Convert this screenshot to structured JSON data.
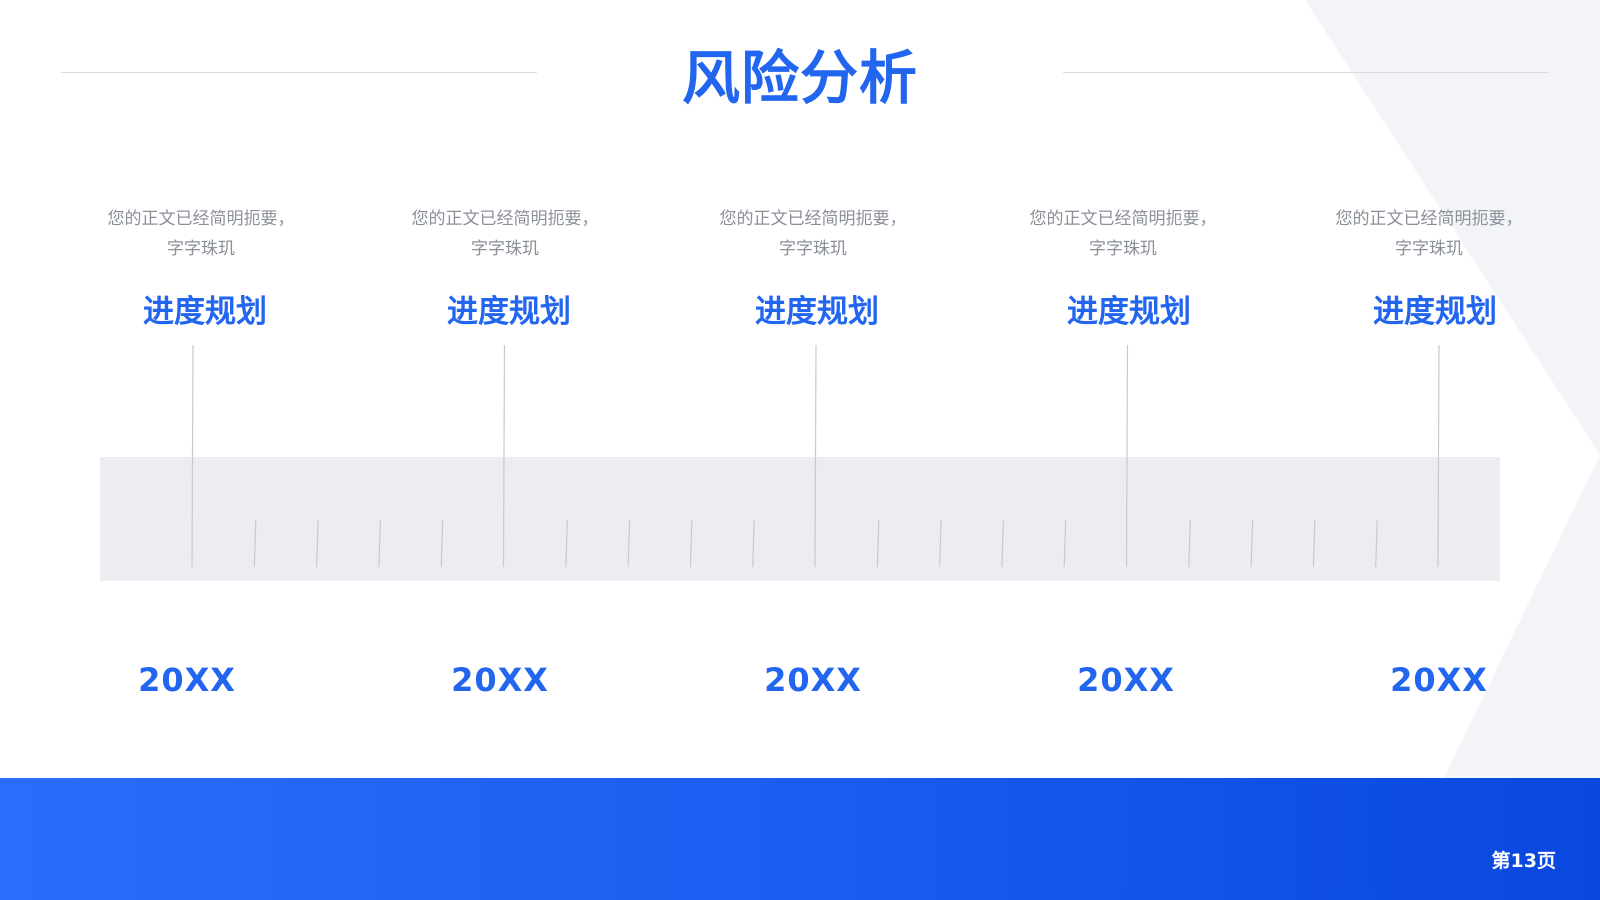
{
  "slide": {
    "title": "风险分析",
    "page_number": "第13页"
  },
  "milestones": [
    {
      "desc_line1": "您的正文已经简明扼要，",
      "desc_line2": "字字珠玑",
      "heading": "进度规划",
      "year": "20XX"
    },
    {
      "desc_line1": "您的正文已经简明扼要，",
      "desc_line2": "字字珠玑",
      "heading": "进度规划",
      "year": "20XX"
    },
    {
      "desc_line1": "您的正文已经简明扼要，",
      "desc_line2": "字字珠玑",
      "heading": "进度规划",
      "year": "20XX"
    },
    {
      "desc_line1": "您的正文已经简明扼要，",
      "desc_line2": "字字珠玑",
      "heading": "进度规划",
      "year": "20XX"
    },
    {
      "desc_line1": "您的正文已经简明扼要，",
      "desc_line2": "字字珠玑",
      "heading": "进度规划",
      "year": "20XX"
    }
  ],
  "colors": {
    "accent": "#2266f0",
    "muted_text": "#8a8f99",
    "band": "#ecedf1",
    "footer_start": "#2a6dfb",
    "footer_end": "#0a47de"
  }
}
